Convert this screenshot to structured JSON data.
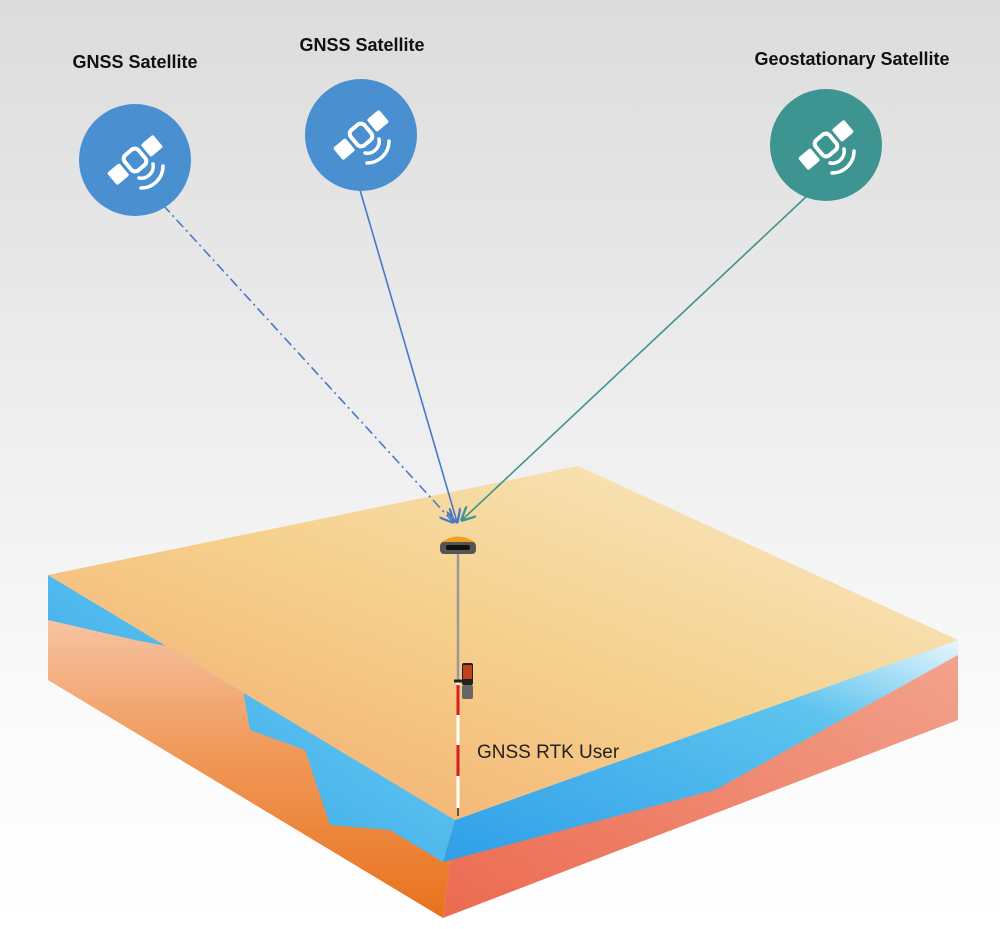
{
  "satellites": [
    {
      "label": "GNSS Satellite",
      "type": "gnss",
      "signal": "dash-dot",
      "color": "#4a8fd0"
    },
    {
      "label": "GNSS Satellite",
      "type": "gnss",
      "signal": "solid",
      "color": "#4a8fd0"
    },
    {
      "label": "Geostationary Satellite",
      "type": "geostationary",
      "signal": "solid",
      "color": "#3d9490"
    }
  ],
  "receiver": {
    "label": "GNSS RTK User"
  },
  "colors": {
    "gnss": "#4a8fd0",
    "geo": "#3d9490",
    "water": "#4fb8ec",
    "ground_top": "#f6d79a",
    "ground_side": "#ef8a3c"
  }
}
